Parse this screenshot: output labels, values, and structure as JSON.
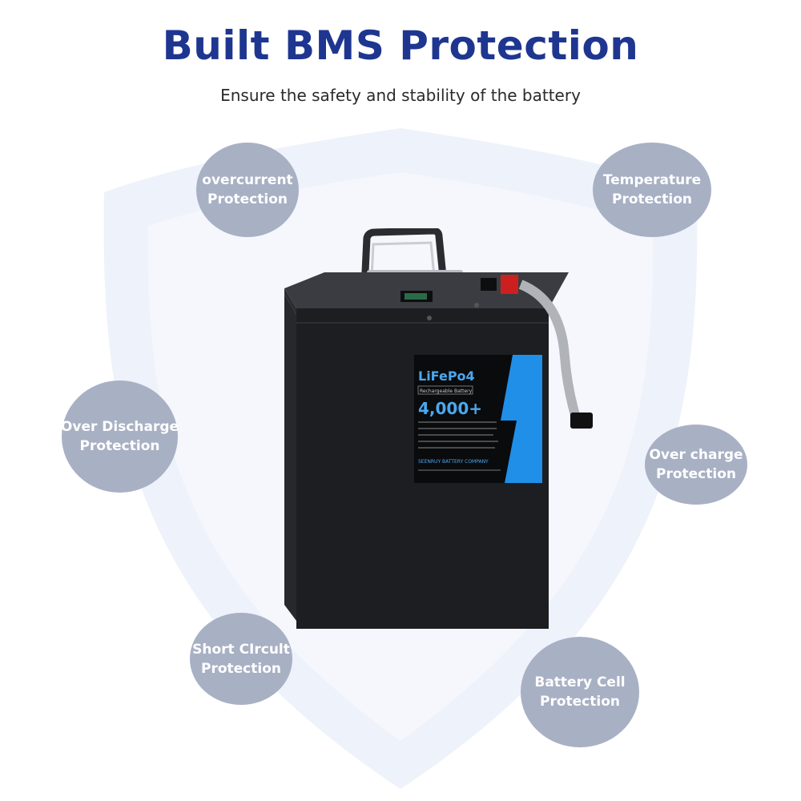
{
  "header": {
    "title": "Built BMS Protection",
    "subtitle": "Ensure the safety and stability of the battery"
  },
  "colors": {
    "title": "#1f3690",
    "bubble": "#a8b0c4",
    "shield": "#eef2fa",
    "battery_body": "#1c1e22",
    "label_blue": "#1f8fe8"
  },
  "features": [
    {
      "line1": "overcurrent",
      "line2": "Protection"
    },
    {
      "line1": "Temperature",
      "line2": "Protection"
    },
    {
      "line1": "Over Discharge",
      "line2": "Protection"
    },
    {
      "line1": "Over charge",
      "line2": "Protection"
    },
    {
      "line1": "Short CIrcult",
      "line2": "Protection"
    },
    {
      "line1": "Battery Cell",
      "line2": "Protection"
    }
  ],
  "battery_label": {
    "chemistry": "LiFePo4",
    "type": "Rechargeable Battery",
    "cycles": "4,000+",
    "company": "SEENRUY BATTERY COMPANY"
  }
}
